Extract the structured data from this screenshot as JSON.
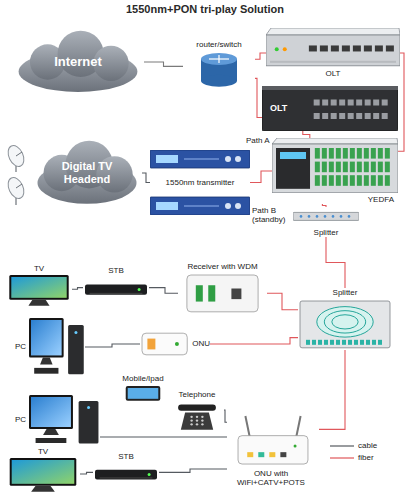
{
  "diagram": {
    "title": "1550nm+PON tri-play Solution",
    "nodes": [
      {
        "text": [
          "Internet"
        ]
      },
      {
        "text": [
          "router/switch"
        ]
      },
      {
        "text": [
          "OLT"
        ]
      },
      {
        "text": [
          "OLT"
        ]
      },
      {
        "text": [
          "Digital TV Headend"
        ]
      },
      {
        "text": [
          "1550nm transmitter"
        ]
      },
      {
        "text": [
          "YEDFA"
        ]
      },
      {
        "text": [
          "Splitter"
        ]
      },
      {
        "text": [
          "TV"
        ]
      },
      {
        "text": [
          "STB"
        ]
      },
      {
        "text": [
          "Receiver with WDM"
        ]
      },
      {
        "text": [
          "PC"
        ]
      },
      {
        "text": [
          "ONU"
        ]
      },
      {
        "text": [
          "Splitter"
        ]
      },
      {
        "text": [
          "Mobile/Ipad"
        ]
      },
      {
        "text": [
          "Telephone"
        ]
      },
      {
        "text": [
          "PC"
        ]
      },
      {
        "text": [
          "TV"
        ]
      },
      {
        "text": [
          "STB"
        ]
      },
      {
        "text": [
          "ONU with WiFi+CATV+POTS"
        ]
      }
    ],
    "edges": [
      {
        "from": 0,
        "to": 1,
        "arrow": "none"
      },
      {
        "from": 1,
        "to": 2,
        "arrow": "none"
      },
      {
        "from": 1,
        "to": 3,
        "arrow": "none"
      },
      {
        "from": 4,
        "to": 5,
        "arrow": "none"
      },
      {
        "from": 5,
        "to": 6,
        "arrow": "none"
      },
      {
        "from": 2,
        "to": 6,
        "arrow": "none"
      },
      {
        "from": 3,
        "to": 6,
        "arrow": "none"
      },
      {
        "from": 6,
        "to": 7,
        "arrow": "none"
      },
      {
        "from": 7,
        "to": 13,
        "arrow": "none"
      },
      {
        "from": 13,
        "to": 10,
        "arrow": "none"
      },
      {
        "from": 13,
        "to": 12,
        "arrow": "none"
      },
      {
        "from": 13,
        "to": 19,
        "arrow": "none"
      },
      {
        "from": 10,
        "to": 9,
        "arrow": "none"
      },
      {
        "from": 9,
        "to": 8,
        "arrow": "none"
      },
      {
        "from": 12,
        "to": 11,
        "arrow": "none"
      },
      {
        "from": 19,
        "to": 15,
        "arrow": "none"
      },
      {
        "from": 19,
        "to": 16,
        "arrow": "none"
      },
      {
        "from": 19,
        "to": 18,
        "arrow": "none"
      },
      {
        "from": 18,
        "to": 17,
        "arrow": "none"
      }
    ],
    "labels": [
      "Path A",
      "Path B (standby)"
    ],
    "legend": [
      {
        "text": "cable"
      },
      {
        "text": "fiber"
      }
    ]
  }
}
